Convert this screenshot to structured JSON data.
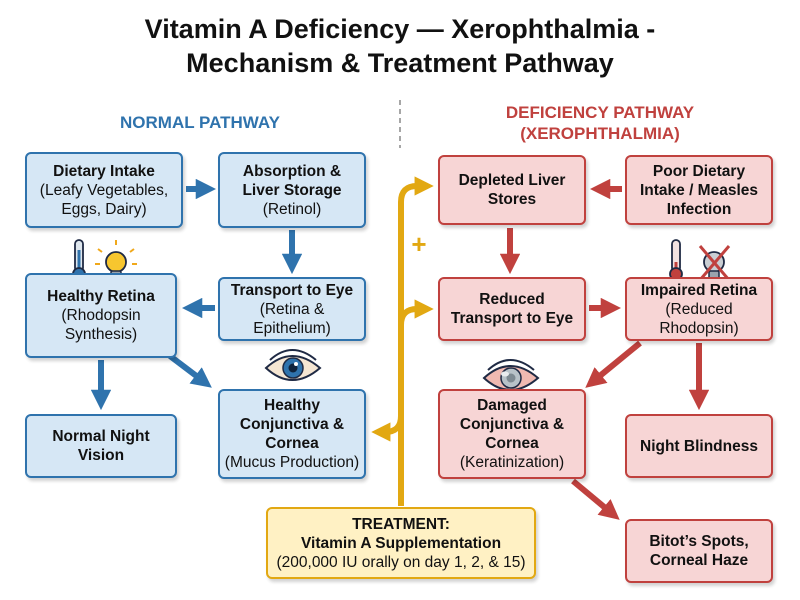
{
  "title": {
    "line1": "Vitamin A Deficiency — Xerophthalmia -",
    "line2": "Mechanism & Treatment Pathway"
  },
  "normal_pathway": {
    "heading": "NORMAL PATHWAY",
    "dietary_intake": {
      "title": "Dietary Intake",
      "detail": "(Leafy Vegetables, Eggs, Dairy)"
    },
    "absorption": {
      "title": "Absorption & Liver Storage",
      "detail": "(Retinol)"
    },
    "healthy_retina": {
      "title": "Healthy Retina",
      "detail": "(Rhodopsin Synthesis)"
    },
    "transport": {
      "title": "Transport to Eye",
      "detail": "(Retina & Epithelium)"
    },
    "normal_night_vision": {
      "title": "Normal Night Vision"
    },
    "healthy_conjunctiva": {
      "title": "Healthy Conjunctiva & Cornea",
      "detail": "(Mucus Production)"
    }
  },
  "deficiency_pathway": {
    "heading_line1": "DEFICIENCY PATHWAY",
    "heading_line2": "(XEROPHTHALMIA)",
    "depleted_liver": {
      "title": "Depleted Liver Stores"
    },
    "poor_dietary": {
      "title": "Poor Dietary Intake / Measles Infection"
    },
    "reduced_transport": {
      "title": "Reduced Transport to Eye"
    },
    "impaired_retina": {
      "title": "Impaired Retina",
      "detail": "(Reduced Rhodopsin)"
    },
    "damaged_conjunctiva": {
      "title": "Damaged Conjunctiva & Cornea",
      "detail": "(Keratinization)"
    },
    "night_blindness": {
      "title": "Night Blindness"
    },
    "bitots_spots": {
      "title": "Bitot’s Spots, Corneal Haze"
    }
  },
  "treatment": {
    "title": "TREATMENT:",
    "subtitle": "Vitamin A Supplementation",
    "detail": "(200,000 IU orally on day 1, 2, & 15)"
  },
  "plus_sign": "+",
  "colors": {
    "normal": "#2f73ad",
    "deficiency": "#c0413e",
    "treatment": "#e2a812",
    "normal_fill": "#d6e7f5",
    "deficiency_fill": "#f7d5d5",
    "treatment_fill": "#fff1c4"
  },
  "icons": [
    "thermometer-icon",
    "lightbulb-icon",
    "eye-icon",
    "damaged-eye-icon",
    "crossed-lightbulb-icon"
  ]
}
